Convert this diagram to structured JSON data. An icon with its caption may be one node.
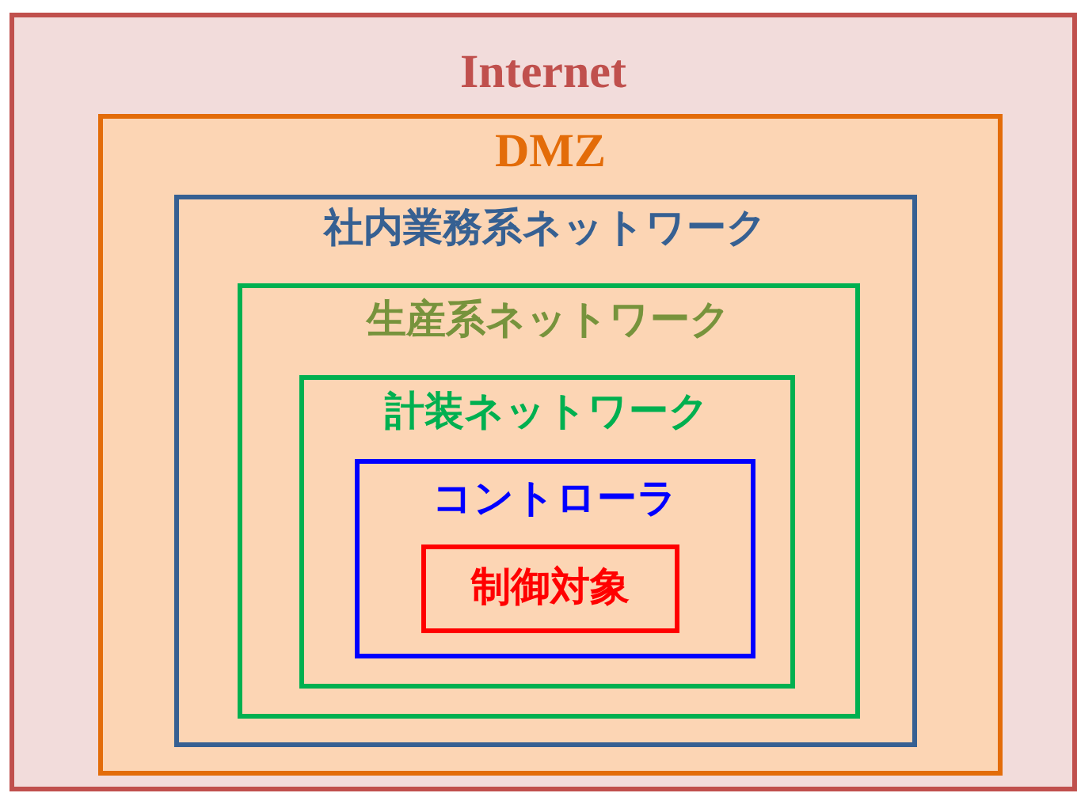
{
  "diagram": {
    "nodes": [
      {
        "text": [
          "Internet"
        ]
      },
      {
        "text": [
          "DMZ"
        ],
        "in": 0
      },
      {
        "text": [
          "社内業務系ネットワーク"
        ],
        "in": 1
      },
      {
        "text": [
          "生産系ネットワーク"
        ],
        "in": 2
      },
      {
        "text": [
          "計装ネットワーク"
        ],
        "in": 3
      },
      {
        "text": [
          "コントローラ"
        ],
        "in": 4
      },
      {
        "text": [
          "制御対象"
        ],
        "in": 5
      }
    ]
  }
}
